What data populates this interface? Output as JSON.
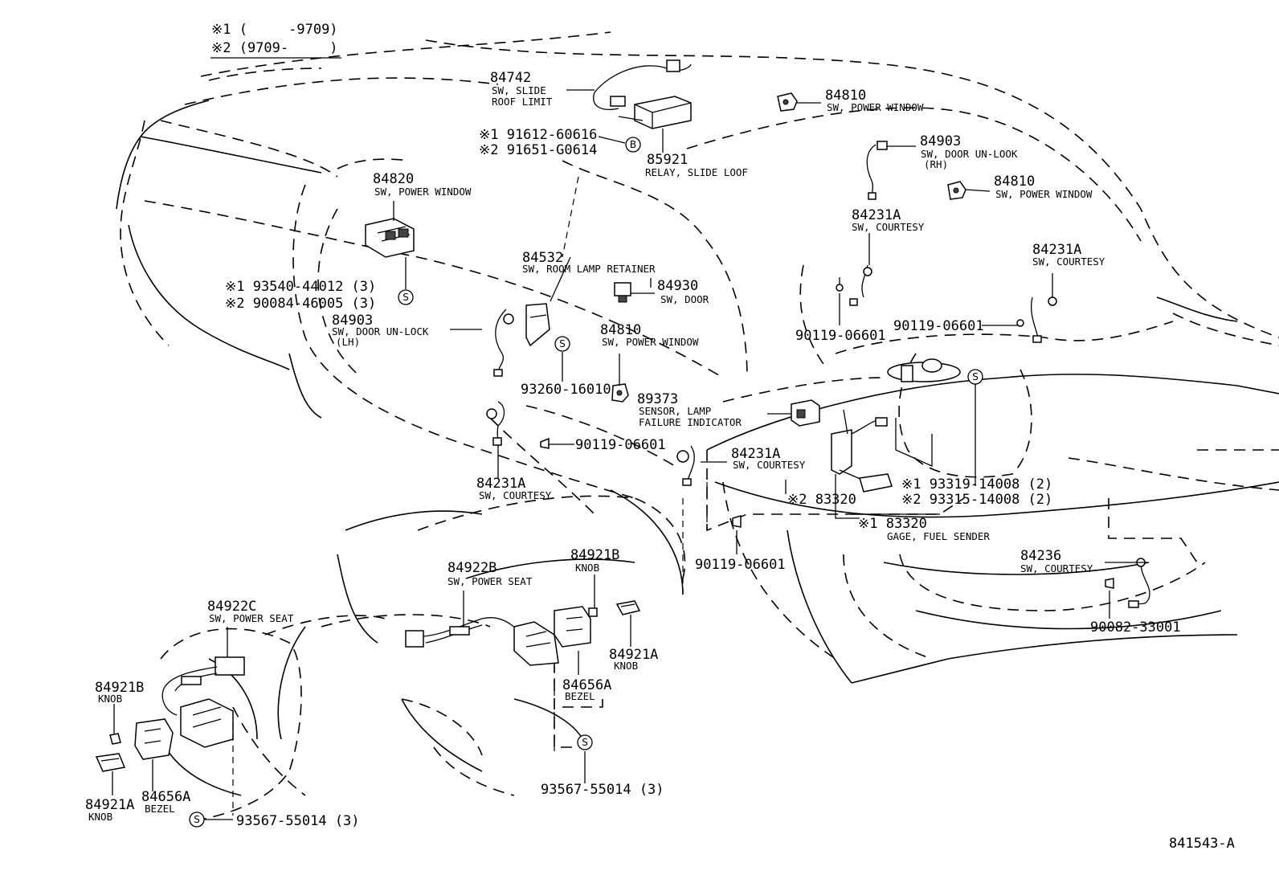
{
  "legend": {
    "line1": "※1 (     -9709)",
    "line2": "※2 (9709-     )"
  },
  "drawing_number": "841543-A",
  "symbols": {
    "screw": "S",
    "bolt": "B"
  },
  "parts": {
    "p84742": {
      "number": "84742",
      "desc1": "SW, SLIDE",
      "desc2": "ROOF LIMIT"
    },
    "p91612": {
      "number": "※1 91612-60616"
    },
    "p91651": {
      "number": "※2 91651-G0614"
    },
    "p85921": {
      "number": "85921",
      "desc1": "RELAY, SLIDE LOOF"
    },
    "p84810a": {
      "number": "84810",
      "desc1": "SW, POWER WINDOW"
    },
    "p84903rh": {
      "number": "84903",
      "desc1": "SW, DOOR UN-LOOK",
      "desc2": "(RH)"
    },
    "p84810b": {
      "number": "84810",
      "desc1": "SW, POWER WINDOW"
    },
    "p84231a_rf": {
      "number": "84231A",
      "desc1": "SW, COURTESY"
    },
    "p84231a_rr": {
      "number": "84231A",
      "desc1": "SW, COURTESY"
    },
    "p90119_rf": {
      "number": "90119-06601"
    },
    "p90119_rr": {
      "number": "90119-06601"
    },
    "p84820": {
      "number": "84820",
      "desc1": "SW, POWER WINDOW"
    },
    "p93540": {
      "number": "※1 93540-44012 (3)"
    },
    "p90084": {
      "number": "※2 90084-46005 (3)"
    },
    "p84532": {
      "number": "84532",
      "desc1": "SW, ROOM LAMP RETAINER"
    },
    "p84930": {
      "number": "84930",
      "desc1": "SW, DOOR"
    },
    "p84903lh": {
      "number": "84903",
      "desc1": "SW, DOOR UN-LOCK",
      "desc2": "(LH)"
    },
    "p84810c": {
      "number": "84810",
      "desc1": "SW, POWER WINDOW"
    },
    "p93260": {
      "number": "93260-16010"
    },
    "p89373": {
      "number": "89373",
      "desc1": "SENSOR, LAMP",
      "desc2": "FAILURE INDICATOR"
    },
    "p90119_lf": {
      "number": "90119-06601"
    },
    "p84231a_lf": {
      "number": "84231A",
      "desc1": "SW, COURTESY"
    },
    "p84231a_lr": {
      "number": "84231A",
      "desc1": "SW, COURTESY"
    },
    "p83320_2": {
      "number": "※2 83320"
    },
    "p93319": {
      "number": "※1 93319-14008 (2)"
    },
    "p93315": {
      "number": "※2 93315-14008 (2)"
    },
    "p83320_1": {
      "number": "※1 83320",
      "desc1": "GAGE, FUEL SENDER"
    },
    "p90119_lr": {
      "number": "90119-06601"
    },
    "p84236": {
      "number": "84236",
      "desc1": "SW, COURTESY"
    },
    "p90082": {
      "number": "90082-33001"
    },
    "p84922b": {
      "number": "84922B",
      "desc1": "SW, POWER SEAT"
    },
    "p84921b_r": {
      "number": "84921B",
      "desc1": "KNOB"
    },
    "p84921a_r": {
      "number": "84921A",
      "desc1": "KNOB"
    },
    "p84656a_r": {
      "number": "84656A",
      "desc1": "BEZEL"
    },
    "p93567_r": {
      "number": "93567-55014 (3)"
    },
    "p84922c": {
      "number": "84922C",
      "desc1": "SW, POWER SEAT"
    },
    "p84921b_l": {
      "number": "84921B",
      "desc1": "KNOB"
    },
    "p84921a_l": {
      "number": "84921A",
      "desc1": "KNOB"
    },
    "p84656a_l": {
      "number": "84656A",
      "desc1": "BEZEL"
    },
    "p93567_l": {
      "number": "93567-55014 (3)"
    }
  }
}
